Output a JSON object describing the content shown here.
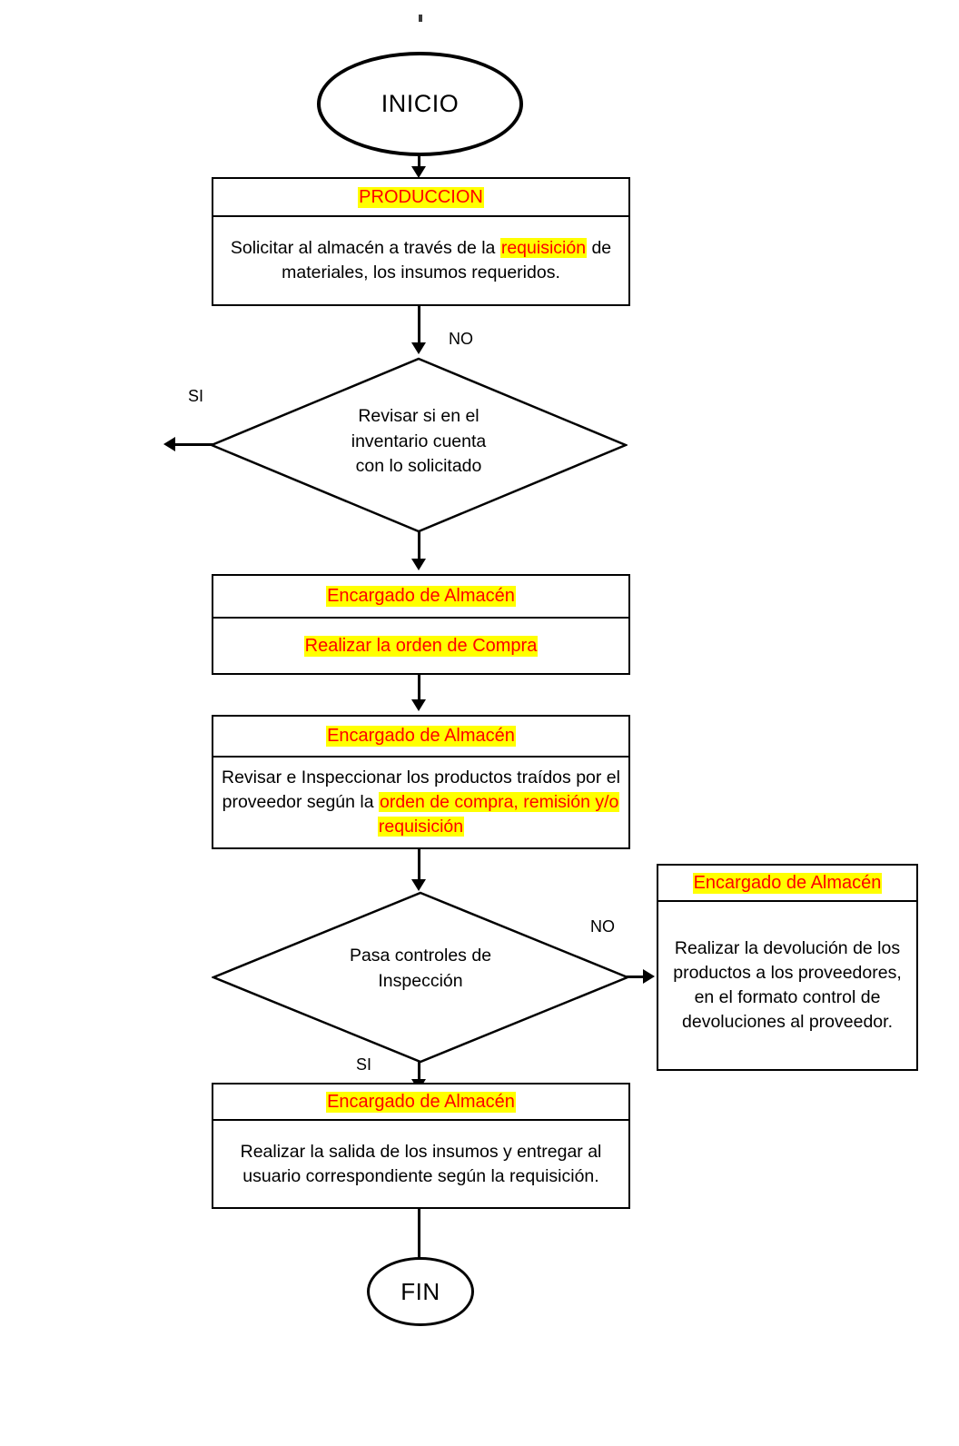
{
  "diagram": {
    "title_artifact": ".",
    "colors": {
      "highlight_background": "#ffff00",
      "highlight_text": "#ff0000",
      "stroke": "#000000",
      "canvas_background": "#ffffff"
    },
    "nodes": {
      "start": {
        "label": "INICIO",
        "shape": "oval"
      },
      "end": {
        "label": "FIN",
        "shape": "oval"
      },
      "produccion": {
        "header": "PRODUCCION",
        "body_part1": "Solicitar al almacén a  través de la ",
        "body_highlight": "requisición",
        "body_part2": " de materiales, los insumos requeridos."
      },
      "decision_inventario": {
        "line1": "Revisar si en el",
        "line2": "inventario cuenta",
        "line3": "con lo solicitado",
        "branch_yes": "SI",
        "branch_no": "NO"
      },
      "orden_compra": {
        "header": "Encargado de Almacén",
        "body": "Realizar la orden de Compra"
      },
      "inspeccion_productos": {
        "header": "Encargado de Almacén",
        "body_part1": "Revisar e Inspeccionar los productos traídos por el proveedor según la ",
        "body_highlight": "orden de compra, remisión y/o requisición"
      },
      "decision_inspeccion": {
        "line1": "Pasa controles de",
        "line2": "Inspección",
        "branch_yes": "SI",
        "branch_no": "NO"
      },
      "devolucion": {
        "header": "Encargado de Almacén",
        "body": "Realizar la devolución de los productos  a los proveedores, en el formato control de devoluciones al proveedor."
      },
      "salida_insumos": {
        "header": "Encargado de Almacén",
        "body": "Realizar la salida de los insumos y entregar al usuario correspondiente según la requisición."
      }
    }
  }
}
